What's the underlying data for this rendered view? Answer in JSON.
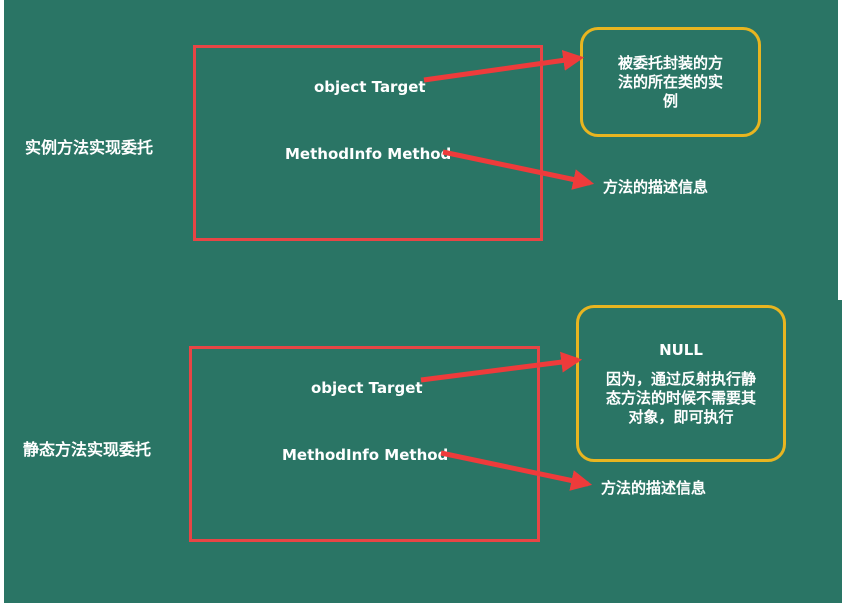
{
  "instance": {
    "section_label": "实例方法实现委托",
    "target_label": "object Target",
    "method_label": "MethodInfo Method",
    "target_note": "被委托封装的方法的所在类的实例",
    "method_note": "方法的描述信息"
  },
  "static": {
    "section_label": "静态方法实现委托",
    "target_label": "object Target",
    "method_label": "MethodInfo Method",
    "target_note_title": "NULL",
    "target_note": "因为，通过反射执行静态方法的时候不需要其对象，即可执行",
    "method_note": "方法的描述信息"
  },
  "colors": {
    "panel": "#2a7565",
    "frame": "#e84545",
    "arrow": "#ee3b3b",
    "note_border": "#e8b520"
  }
}
